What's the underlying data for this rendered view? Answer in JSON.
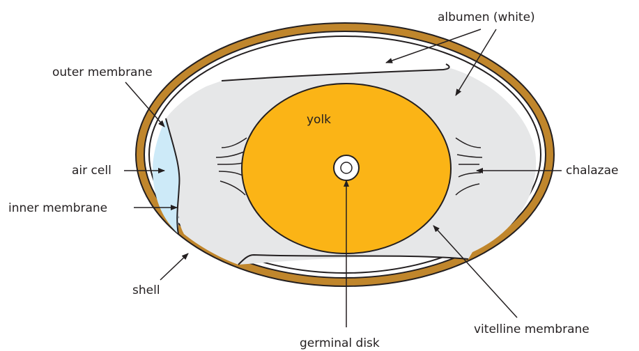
{
  "labels": {
    "albumen": "albumen (white)",
    "outer_membrane": "outer membrane",
    "yolk": "yolk",
    "air_cell": "air cell",
    "chalazae": "chalazae",
    "inner_membrane": "inner membrane",
    "shell": "shell",
    "vitelline_membrane": "vitelline membrane",
    "germinal_disk": "germinal disk"
  },
  "colors": {
    "shell": "#c0862c",
    "albumen": "#e6e7e8",
    "yolk": "#fbb416",
    "air_cell": "#cdeaf8",
    "outline": "#231f20",
    "text": "#231f20"
  }
}
